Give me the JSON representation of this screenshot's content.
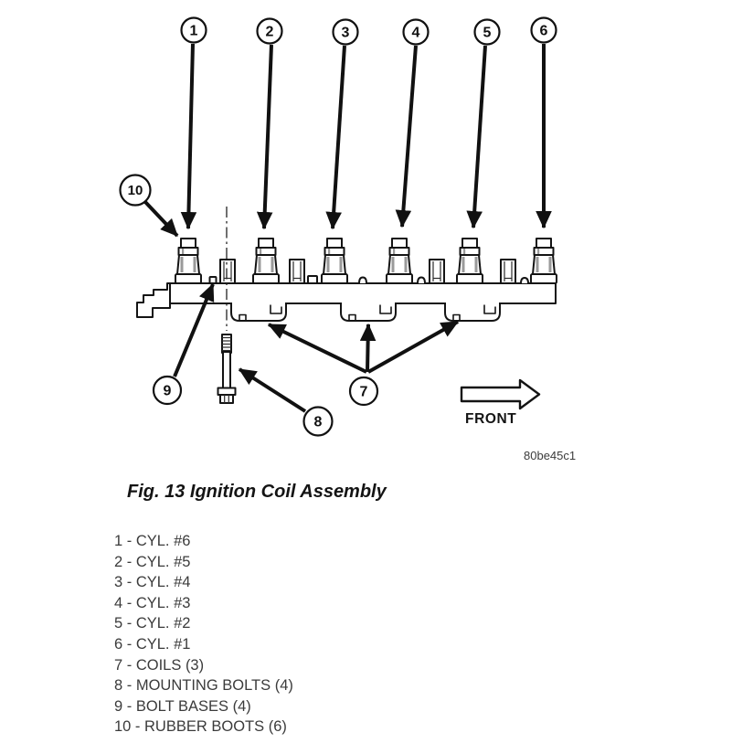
{
  "figure": {
    "caption": "Fig. 13 Ignition Coil Assembly",
    "drawing_code": "80be45c1",
    "front_label": "FRONT",
    "callouts": [
      "1",
      "2",
      "3",
      "4",
      "5",
      "6",
      "7",
      "8",
      "9",
      "10"
    ]
  },
  "legend": {
    "items": [
      {
        "text": "1 - CYL. #6"
      },
      {
        "text": "2 - CYL. #5"
      },
      {
        "text": "3 - CYL. #4"
      },
      {
        "text": "4 - CYL. #3"
      },
      {
        "text": "5 - CYL. #2"
      },
      {
        "text": "6 - CYL. #1"
      },
      {
        "text": "7 - COILS (3)"
      },
      {
        "text": "8 - MOUNTING BOLTS (4)"
      },
      {
        "text": "9 - BOLT BASES (4)"
      },
      {
        "text": "10 - RUBBER BOOTS (6)"
      }
    ]
  }
}
